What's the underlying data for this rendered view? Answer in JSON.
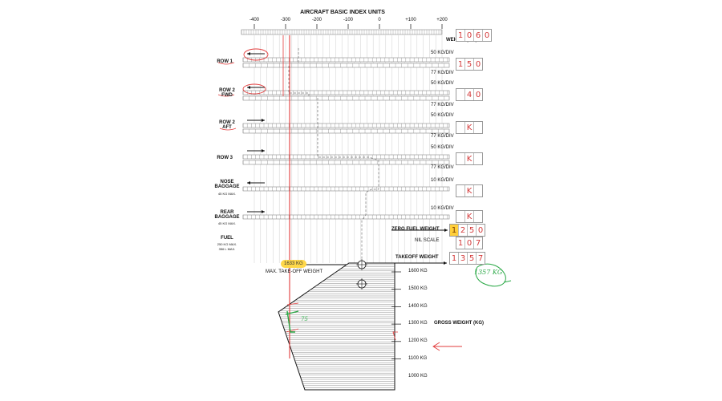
{
  "header": {
    "title": "AIRCRAFT BASIC INDEX UNITS",
    "ticks": [
      "-400",
      "-300",
      "-200",
      "-100",
      "0",
      "+100",
      "+200"
    ]
  },
  "weight_label": "WEIGHT (KG)",
  "rows": [
    {
      "name": "ROW 1",
      "top_scale": "50 KG/DIV",
      "bottom_scale": "77 KG/DIV",
      "entry": [
        "1",
        "5",
        "0"
      ]
    },
    {
      "name": "ROW 2\nFWD",
      "top_scale": "50 KG/DIV",
      "bottom_scale": "77 KG/DIV",
      "entry": [
        "",
        "4",
        "0"
      ]
    },
    {
      "name": "ROW 2\nAFT",
      "top_scale": "50 KG/DIV",
      "bottom_scale": "77 KG/DIV",
      "entry": [
        "",
        "K",
        ""
      ]
    },
    {
      "name": "ROW 3",
      "top_scale": "50 KG/DIV",
      "bottom_scale": "77 KG/DIV",
      "entry": [
        "",
        "K",
        ""
      ]
    },
    {
      "name": "NOSE\nBAGGAGE",
      "sub": "45 KG MAX.",
      "top_scale": "10 KG/DIV",
      "entry": [
        "",
        "K",
        ""
      ]
    },
    {
      "name": "REAR\nBAGGAGE",
      "sub": "45 KG MAX.",
      "top_scale": "10 KG/DIV",
      "entry": [
        "",
        "K",
        ""
      ]
    }
  ],
  "basic_weight_entry": [
    "1",
    "0",
    "6",
    "0"
  ],
  "fuel": {
    "name": "FUEL",
    "sub1": "250 KG MAX.",
    "sub2": "356 L MAX.",
    "scale": "NIL SCALE",
    "entry": [
      "1",
      "0",
      "7"
    ]
  },
  "zero_fuel": {
    "label": "ZERO FUEL WEIGHT",
    "entry": [
      "1",
      "2",
      "5",
      "0"
    ]
  },
  "takeoff": {
    "label": "TAKEOFF WEIGHT",
    "entry": [
      "1",
      "3",
      "5",
      "7"
    ]
  },
  "mtow": {
    "value": "1633 KG",
    "label": "MAX. TAKE-OFF WEIGHT"
  },
  "gross": {
    "label": "GROSS WEIGHT (KG)",
    "ticks": [
      "1600 KG",
      "1500 KG",
      "1400 KG",
      "1300 KG",
      "1200 KG",
      "1100 KG",
      "1000 KG"
    ]
  },
  "annotations": {
    "green_circle": "1357 KG",
    "green_ticks": "75"
  },
  "colors": {
    "ink": "#111111",
    "red": "#e23b3b",
    "green": "#29a845",
    "highlight": "#ffd84a",
    "grid": "#888888"
  }
}
